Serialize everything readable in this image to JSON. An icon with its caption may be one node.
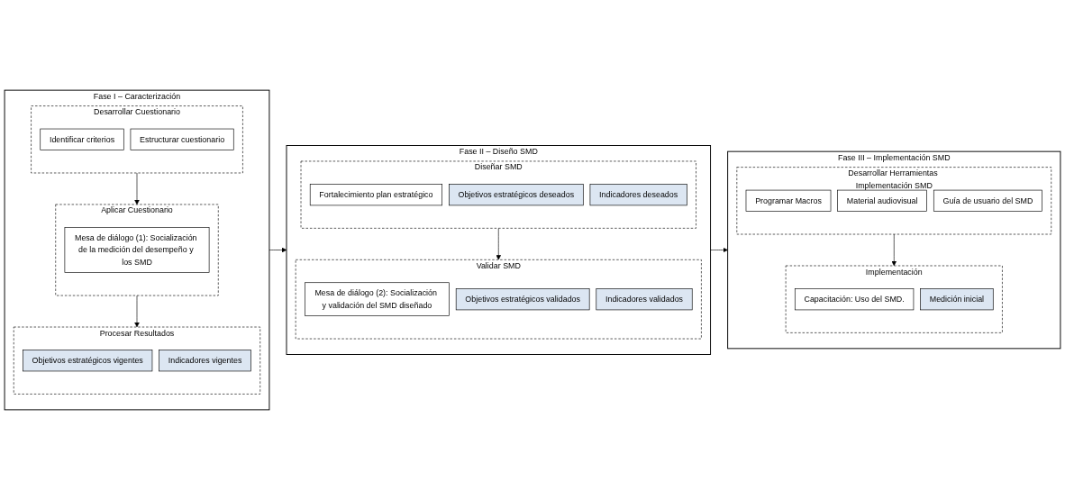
{
  "diagram": {
    "nodes": [
      {
        "text": [
          "Fase I – Caracterización"
        ]
      },
      {
        "text": [
          "Desarrollar Cuestionario"
        ],
        "in": 0
      },
      {
        "text": [
          "Identificar criterios"
        ],
        "in": 1
      },
      {
        "text": [
          "Estructurar cuestionario"
        ],
        "in": 1
      },
      {
        "text": [
          "Aplicar Cuestionario"
        ],
        "in": 0
      },
      {
        "text": [
          "Mesa de diálogo (1): Socialización de la medición del desempeño y los SMD"
        ],
        "in": 4
      },
      {
        "text": [
          "Procesar Resultados"
        ],
        "in": 0
      },
      {
        "text": [
          "Objetivos estratégicos vigentes"
        ],
        "in": 6
      },
      {
        "text": [
          "Indicadores vigentes"
        ],
        "in": 6
      },
      {
        "text": [
          "Fase II – Diseño SMD"
        ]
      },
      {
        "text": [
          "Diseñar SMD"
        ],
        "in": 9
      },
      {
        "text": [
          "Fortalecimiento plan estratégico"
        ],
        "in": 10
      },
      {
        "text": [
          "Objetivos estratégicos deseados"
        ],
        "in": 10
      },
      {
        "text": [
          "Indicadores deseados"
        ],
        "in": 10
      },
      {
        "text": [
          "Validar SMD"
        ],
        "in": 9
      },
      {
        "text": [
          "Mesa de diálogo (2): Socialización y validación del SMD diseñado"
        ],
        "in": 14
      },
      {
        "text": [
          "Objetivos estratégicos validados"
        ],
        "in": 14
      },
      {
        "text": [
          "Indicadores validados"
        ],
        "in": 14
      },
      {
        "text": [
          "Fase III – Implementación SMD"
        ]
      },
      {
        "text": [
          "Desarrollar Herramientas Implementación SMD"
        ],
        "in": 18
      },
      {
        "text": [
          "Programar Macros"
        ],
        "in": 19
      },
      {
        "text": [
          "Material audiovisual"
        ],
        "in": 19
      },
      {
        "text": [
          "Guía de usuario del SMD"
        ],
        "in": 19
      },
      {
        "text": [
          "Implementación"
        ],
        "in": 18
      },
      {
        "text": [
          "Capacitación: Uso del SMD."
        ],
        "in": 23
      },
      {
        "text": [
          "Medición inicial"
        ],
        "in": 23
      }
    ],
    "edges": [
      {
        "from": 1,
        "to": 4,
        "arrow": "to"
      },
      {
        "from": 4,
        "to": 6,
        "arrow": "to"
      },
      {
        "from": 0,
        "to": 9,
        "arrow": "to"
      },
      {
        "from": 10,
        "to": 14,
        "arrow": "to"
      },
      {
        "from": 9,
        "to": 18,
        "arrow": "to"
      },
      {
        "from": 19,
        "to": 23,
        "arrow": "to"
      }
    ]
  }
}
